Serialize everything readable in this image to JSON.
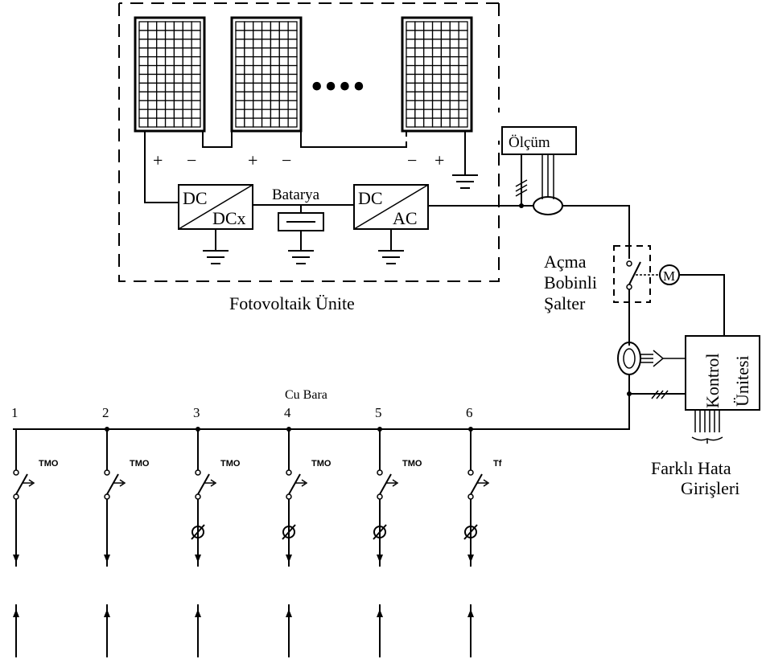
{
  "pv_unit": {
    "label": "Fotovoltaik Ünite",
    "panel_count_shown": 3,
    "continuation_dots": "••••",
    "polarity": {
      "plus": "+",
      "minus": "−"
    }
  },
  "converters": {
    "dc_dc": {
      "top": "DC",
      "bottom": "DCx"
    },
    "battery": {
      "label": "Batarya"
    },
    "dc_ac": {
      "top": "DC",
      "bottom": "AC"
    }
  },
  "measurement": {
    "label": "Ölçüm"
  },
  "breaker": {
    "line1": "Açma",
    "line2": "Bobinli",
    "line3": "Şalter",
    "motor_symbol": "M"
  },
  "control_unit": {
    "line1": "Kontrol",
    "line2": "Ünitesi"
  },
  "fault_inputs": {
    "line1": "Farklı Hata",
    "line2": "Girişleri"
  },
  "busbar": {
    "label": "Cu Bara"
  },
  "feeders": [
    {
      "number": "1",
      "device": "TMO",
      "has_meter": false
    },
    {
      "number": "2",
      "device": "TMO",
      "has_meter": false
    },
    {
      "number": "3",
      "device": "TMO",
      "has_meter": true
    },
    {
      "number": "4",
      "device": "TMO",
      "has_meter": true
    },
    {
      "number": "5",
      "device": "TMO",
      "has_meter": true
    },
    {
      "number": "6",
      "device": "Tf",
      "has_meter": true
    }
  ]
}
